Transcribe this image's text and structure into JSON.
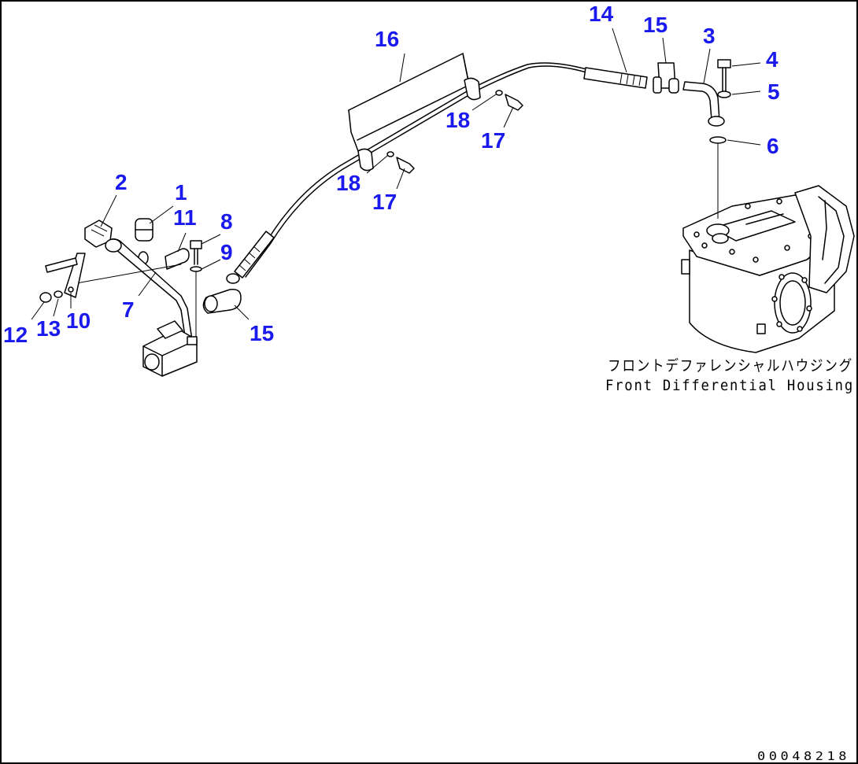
{
  "callouts": {
    "c1": "1",
    "c2": "2",
    "c3": "3",
    "c4": "4",
    "c5": "5",
    "c6": "6",
    "c7": "7",
    "c8": "8",
    "c9": "9",
    "c10": "10",
    "c11": "11",
    "c12": "12",
    "c13": "13",
    "c14": "14",
    "c15a": "15",
    "c15b": "15",
    "c16": "16",
    "c17a": "17",
    "c17b": "17",
    "c18a": "18",
    "c18b": "18"
  },
  "caption": {
    "japanese": "フロントデファレンシャルハウジング",
    "english": "Front Differential Housing"
  },
  "document_id": "00048218",
  "colors": {
    "callout": "#1a1aee",
    "line": "#000000",
    "background": "#ffffff"
  }
}
